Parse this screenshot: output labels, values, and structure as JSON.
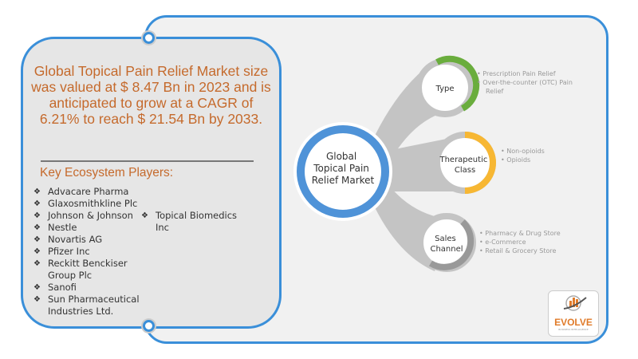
{
  "summary": {
    "headline": "Global Topical Pain Relief Market size was valued at $ 8.47 Bn in 2023 and is anticipated to grow at a CAGR of 6.21% to reach $ 21.54 Bn by 2033.",
    "players_title": "Key Ecosystem Players:",
    "players_col1": [
      "Advacare Pharma",
      "Glaxosmithkline Plc",
      "Johnson & Johnson",
      "Nestle",
      "Novartis AG",
      "Pfizer Inc",
      "Reckitt Benckiser Group Plc",
      "Sanofi",
      "Sun Pharmaceutical Industries Ltd.",
      "Topical Biomedics Inc"
    ]
  },
  "diagram": {
    "center": [
      "Global",
      "Topical Pain",
      "Relief Market"
    ],
    "segments": [
      {
        "label": [
          "Type"
        ],
        "color": "#6aad3d",
        "items": [
          "Prescription Pain Relief",
          "Over-the-counter (OTC) Pain",
          "Relief"
        ]
      },
      {
        "label": [
          "Therapeutic",
          "Class"
        ],
        "color": "#f7b733",
        "items": [
          "Non-opioids",
          "Opioids"
        ]
      },
      {
        "label": [
          "Sales",
          "Channel"
        ],
        "color": "#999999",
        "items": [
          "Pharmacy & Drug Store",
          "e-Commerce",
          "Retail & Grocery Store"
        ]
      }
    ]
  },
  "logo": {
    "name": "EVOLVE",
    "tagline": "BUSINESS INTELLIGENCE"
  }
}
